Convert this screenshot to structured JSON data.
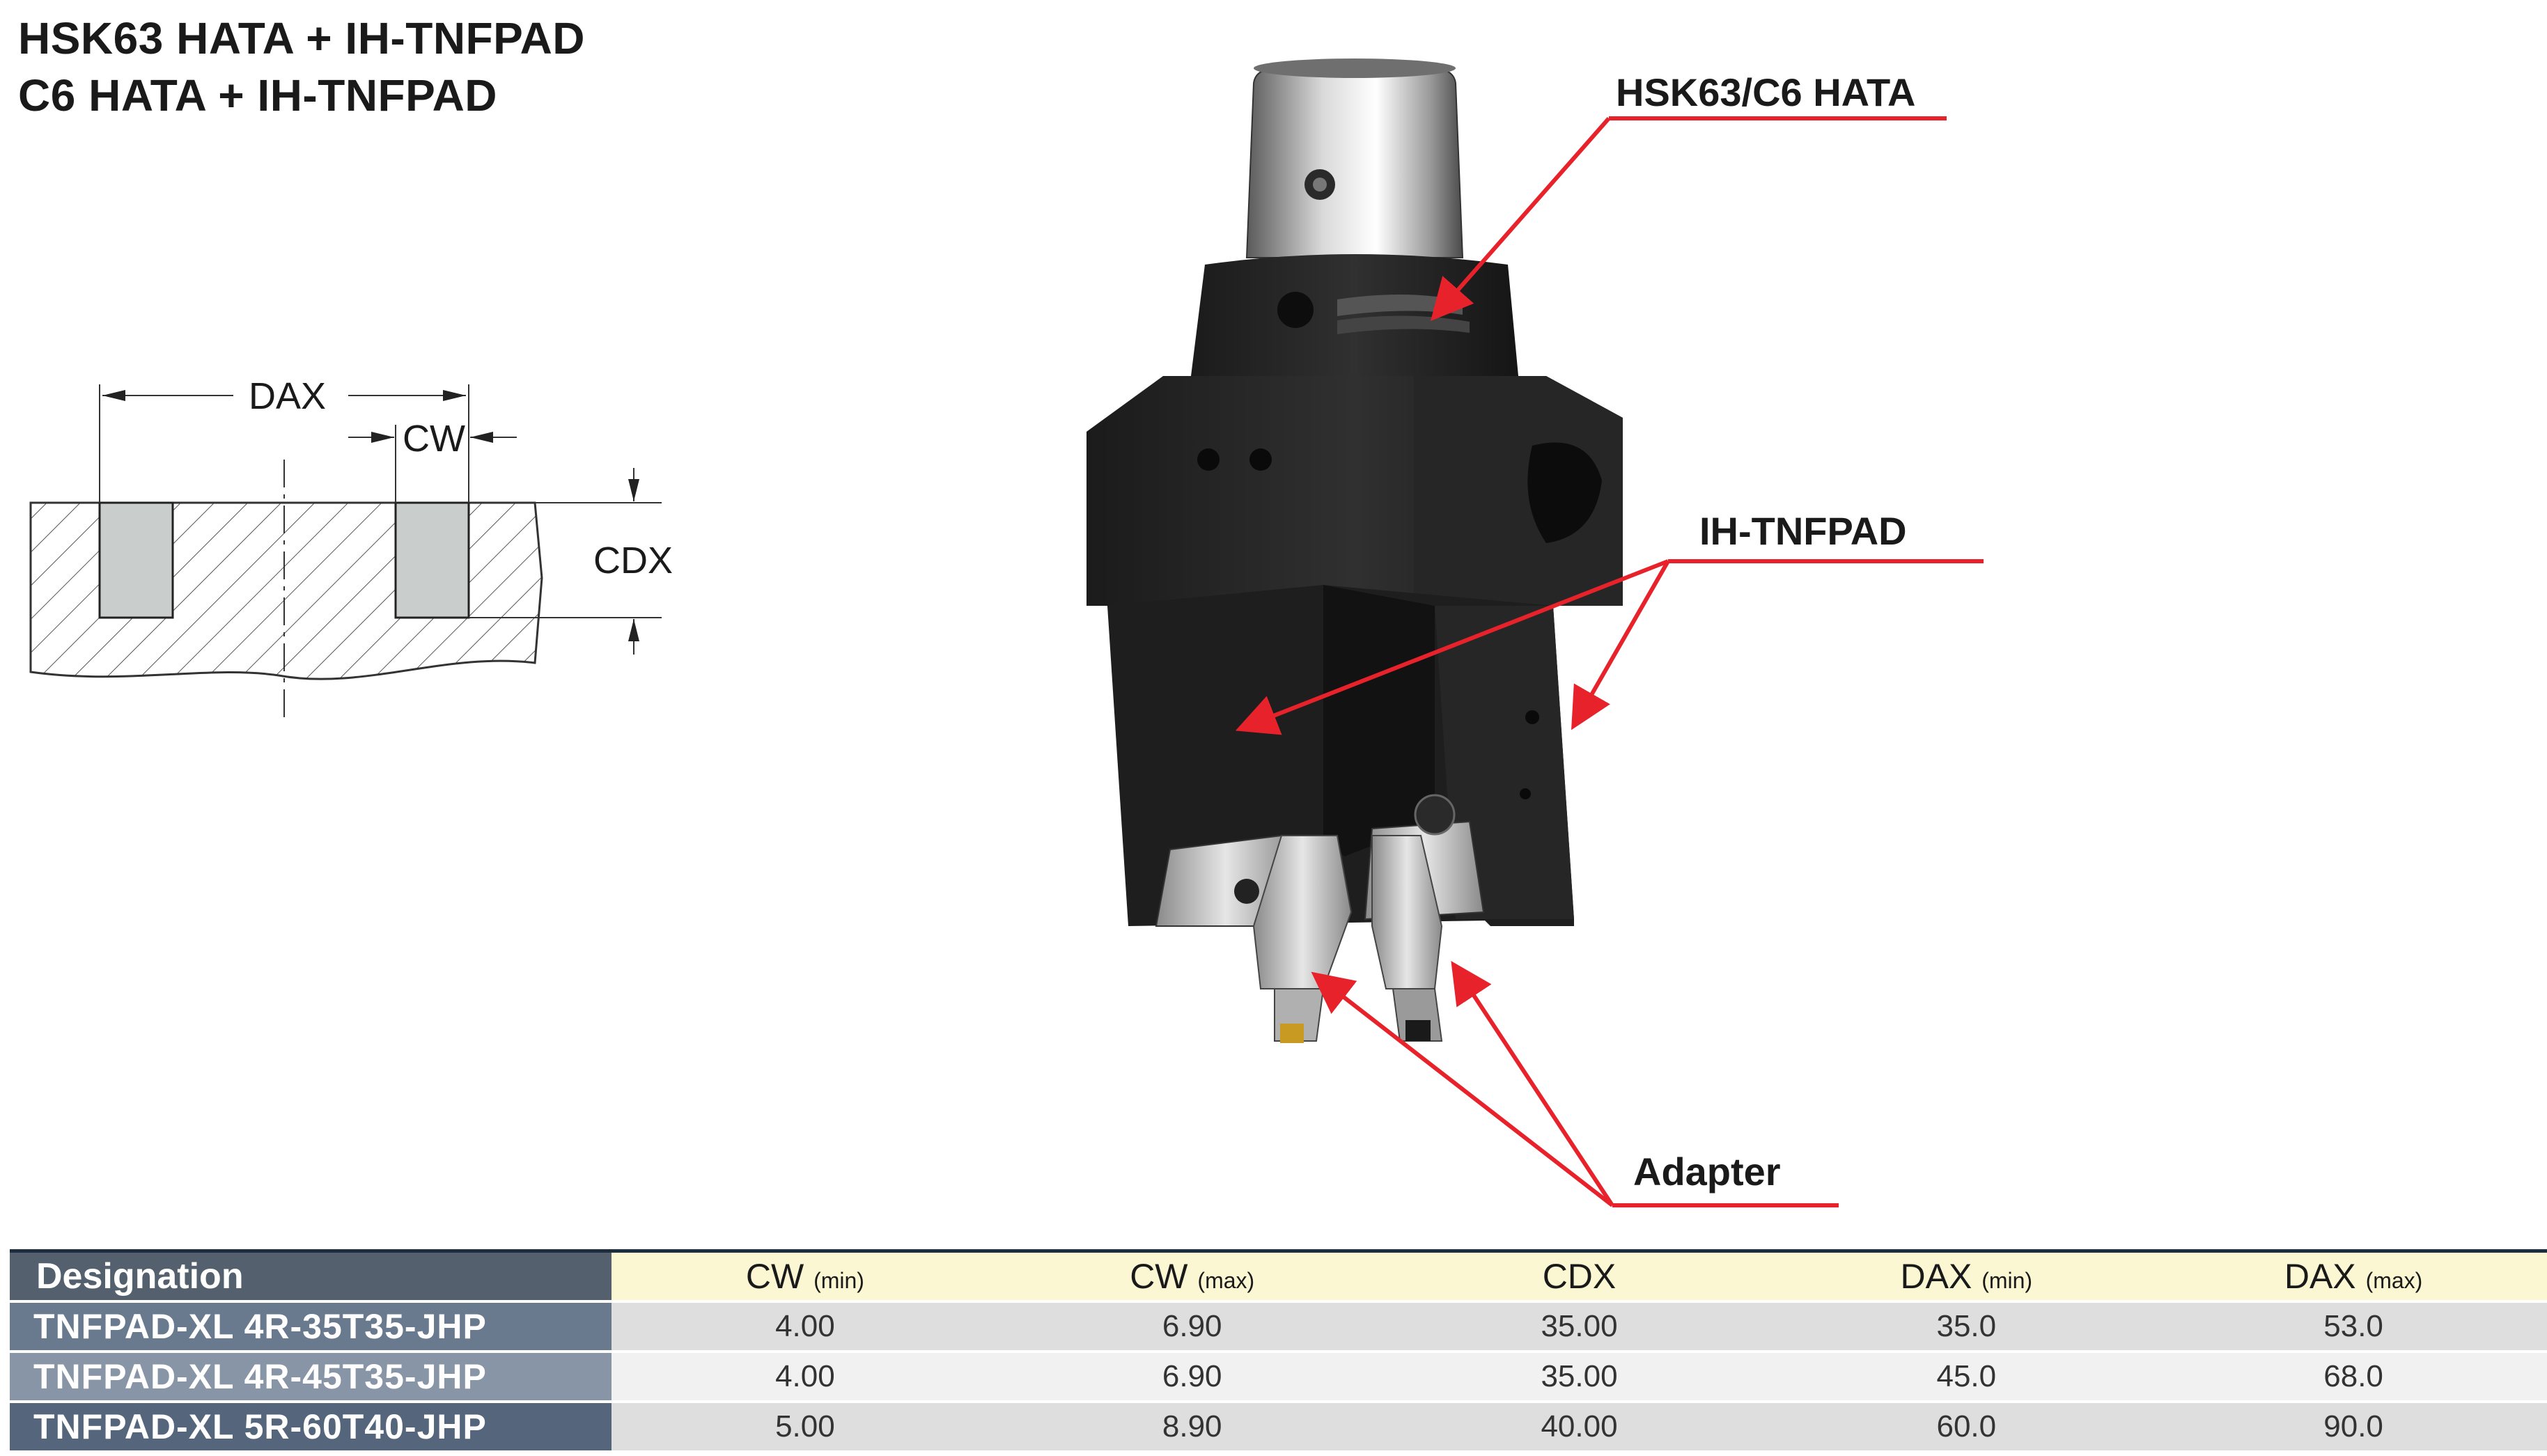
{
  "titles": [
    "HSK63 HATA + IH-TNFPAD",
    "C6 HATA + IH-TNFPAD"
  ],
  "diagram": {
    "dax": "DAX",
    "cw": "CW",
    "cdx": "CDX"
  },
  "callouts": {
    "hata": "HSK63/C6 HATA",
    "pad": "IH-TNFPAD",
    "adapter": "Adapter"
  },
  "colors": {
    "callout_line": "#e8222b",
    "tool_body": "#262626",
    "table_header": "#55606e",
    "header_band": "#fbf7d2"
  },
  "table": {
    "designation_header": "Designation",
    "columns": [
      {
        "main": "CW",
        "sub": "(min)"
      },
      {
        "main": "CW",
        "sub": "(max)"
      },
      {
        "main": "CDX",
        "sub": ""
      },
      {
        "main": "DAX",
        "sub": "(min)"
      },
      {
        "main": "DAX",
        "sub": "(max)"
      }
    ],
    "rows": [
      {
        "name": "TNFPAD-XL 4R-35T35-JHP",
        "values": [
          "4.00",
          "6.90",
          "35.00",
          "35.0",
          "53.0"
        ]
      },
      {
        "name": "TNFPAD-XL 4R-45T35-JHP",
        "values": [
          "4.00",
          "6.90",
          "35.00",
          "45.0",
          "68.0"
        ]
      },
      {
        "name": "TNFPAD-XL 5R-60T40-JHP",
        "values": [
          "5.00",
          "8.90",
          "40.00",
          "60.0",
          "90.0"
        ]
      }
    ]
  }
}
